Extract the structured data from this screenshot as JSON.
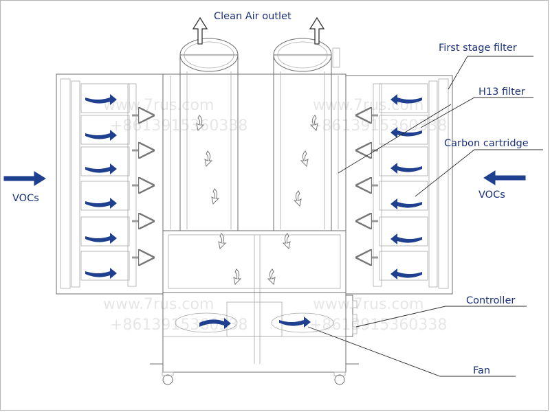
{
  "labels": {
    "clean_air_outlet": "Clean Air outlet",
    "first_stage_filter": "First stage filter",
    "h13_filter": "H13 filter",
    "carbon_cartridge": "Carbon cartridge",
    "vocs_left": "VOCs",
    "vocs_right": "VOCs",
    "controller": "Controller",
    "fan": "Fan"
  },
  "watermark": {
    "site": "www.7rus.com",
    "phone": "+8613915360338"
  },
  "colors": {
    "label_text": "#1a2f7a",
    "flow_arrow": "#1f3f8f",
    "drawing_line": "#6c6c6c"
  }
}
